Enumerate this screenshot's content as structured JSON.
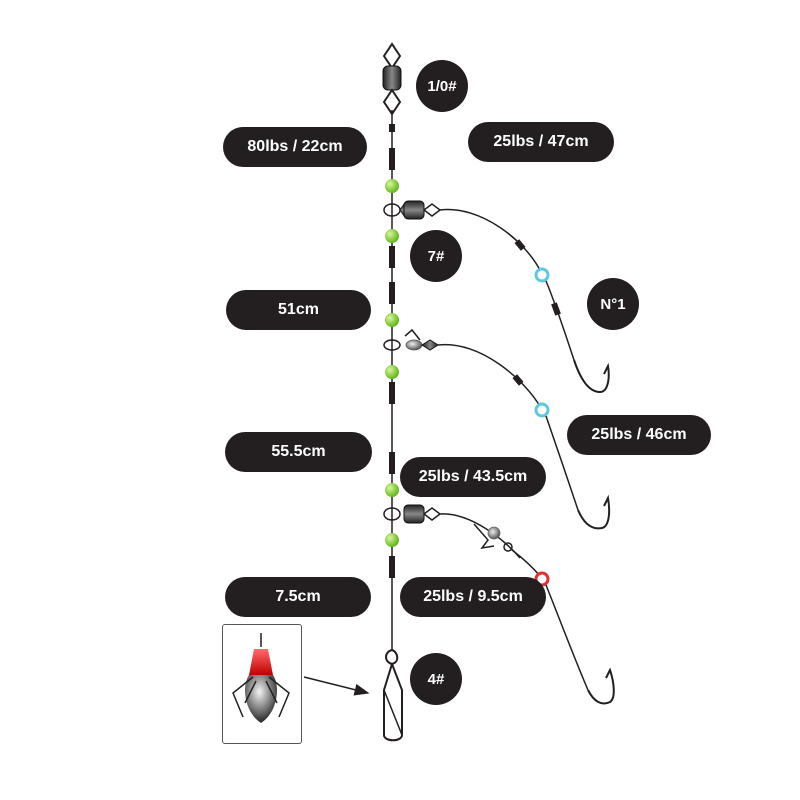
{
  "labels": {
    "swivel_top_size": "1/0#",
    "mainline_top": "80lbs / 22cm",
    "snood_top": "25lbs / 47cm",
    "swivel_mid_size": "7#",
    "hook_number": "N°1",
    "spacing_1": "51cm",
    "snood_mid": "25lbs / 46cm",
    "spacing_2": "55.5cm",
    "snood_lower": "25lbs / 43.5cm",
    "spacing_3": "7.5cm",
    "snood_short": "25lbs / 9.5cm",
    "clip_size": "4#"
  },
  "colors": {
    "line": "#231f20",
    "bead_green": "#7ed321",
    "bead_blue": "#5ec8e0",
    "bead_red": "#e03030",
    "lure_red": "#e0201e"
  },
  "icons": [
    "rolling-swivel-icon",
    "fishing-hook-icon",
    "snap-clip-icon",
    "bead-icon",
    "crimp-sleeve-icon",
    "lead-weight-icon",
    "arrow-icon"
  ]
}
